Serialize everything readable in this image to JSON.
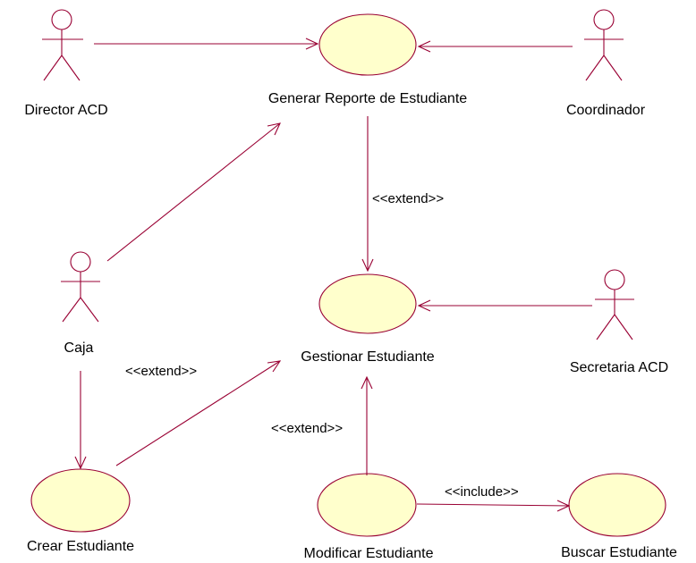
{
  "diagram": {
    "actors": {
      "director": {
        "label": "Director ACD"
      },
      "coordinador": {
        "label": "Coordinador"
      },
      "caja": {
        "label": "Caja"
      },
      "secretaria": {
        "label": "Secretaria ACD"
      }
    },
    "use_cases": {
      "generar": {
        "label": "Generar Reporte de Estudiante"
      },
      "gestionar": {
        "label": "Gestionar Estudiante"
      },
      "crear": {
        "label": "Crear Estudiante"
      },
      "modificar": {
        "label": "Modificar Estudiante"
      },
      "buscar": {
        "label": "Buscar Estudiante"
      }
    },
    "relations": {
      "generar_gestionar": {
        "stereotype": "<<extend>>"
      },
      "crear_gestionar": {
        "stereotype": "<<extend>>"
      },
      "modificar_gestionar": {
        "stereotype": "<<extend>>"
      },
      "modificar_buscar": {
        "stereotype": "<<include>>"
      }
    }
  },
  "colors": {
    "line": "#990033",
    "use_case_fill": "#ffffcc",
    "background": "#ffffff"
  }
}
